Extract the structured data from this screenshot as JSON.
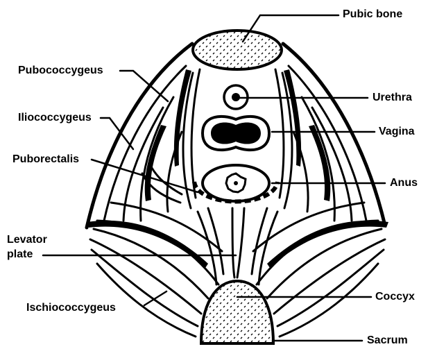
{
  "labels": {
    "pubic_bone": "Pubic bone",
    "pubococcygeus": "Pubococcygeus",
    "urethra": "Urethra",
    "iliococcygeus": "Iliococcygeus",
    "vagina": "Vagina",
    "puborectalis": "Puborectalis",
    "anus": "Anus",
    "levator_line1": "Levator",
    "levator_line2": "plate",
    "ischiococcygeus": "Ischiococcygeus",
    "coccyx": "Coccyx",
    "sacrum": "Sacrum"
  },
  "colors": {
    "ink": "#000000",
    "paper": "#ffffff"
  }
}
